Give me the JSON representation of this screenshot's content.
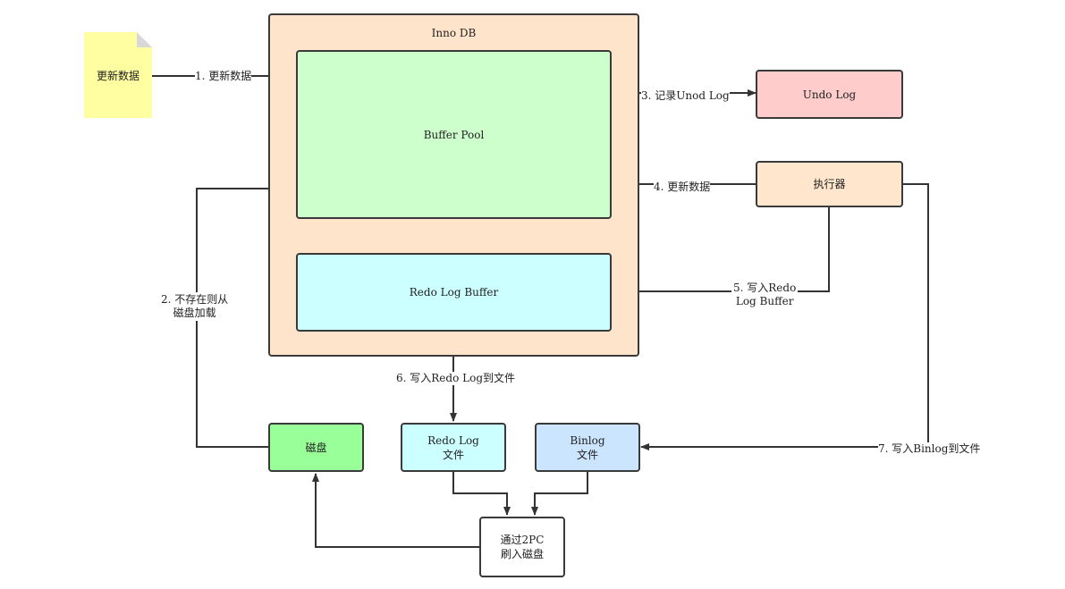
{
  "note": {
    "text": "更新数据"
  },
  "innodb": {
    "title": "Inno DB"
  },
  "nodes": {
    "buffer_pool": "Buffer Pool",
    "redo_log_buffer": "Redo Log Buffer",
    "undo_log": "Undo Log",
    "executor": "执行器",
    "disk": "磁盘",
    "redo_log_file": [
      "Redo Log",
      "文件"
    ],
    "binlog_file": [
      "Binlog",
      "文件"
    ],
    "two_pc": [
      "通过2PC",
      "刷入磁盘"
    ]
  },
  "edges": {
    "e1": "1. 更新数据",
    "e2": [
      "2. 不存在则从",
      "磁盘加载"
    ],
    "e3": "3. 记录Unod Log",
    "e4": "4. 更新数据",
    "e5": [
      "5. 写入Redo",
      "Log Buffer"
    ],
    "e6": "6. 写入Redo Log到文件",
    "e7": "7. 写入Binlog到文件"
  },
  "colors": {
    "innodb_fill": "#ffe4cc",
    "buffer_pool_fill": "#ccffcc",
    "redo_buffer_fill": "#ccffff",
    "undo_log_fill": "#ffcccc",
    "executor_fill": "#ffe6cc",
    "disk_fill": "#99ff99",
    "redo_file_fill": "#ccffff",
    "binlog_fill": "#cce5ff",
    "note_fill": "#fffea0"
  }
}
